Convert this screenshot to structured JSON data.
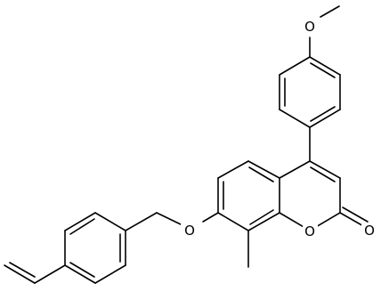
{
  "diagram": {
    "type": "skeletal-structure",
    "atom_labels": {
      "methoxy_oxygen": "O",
      "ether_oxygen": "O",
      "ring_oxygen": "O",
      "carbonyl_oxygen": "O"
    },
    "colors": {
      "bond": "#000000",
      "background": "#ffffff"
    }
  }
}
